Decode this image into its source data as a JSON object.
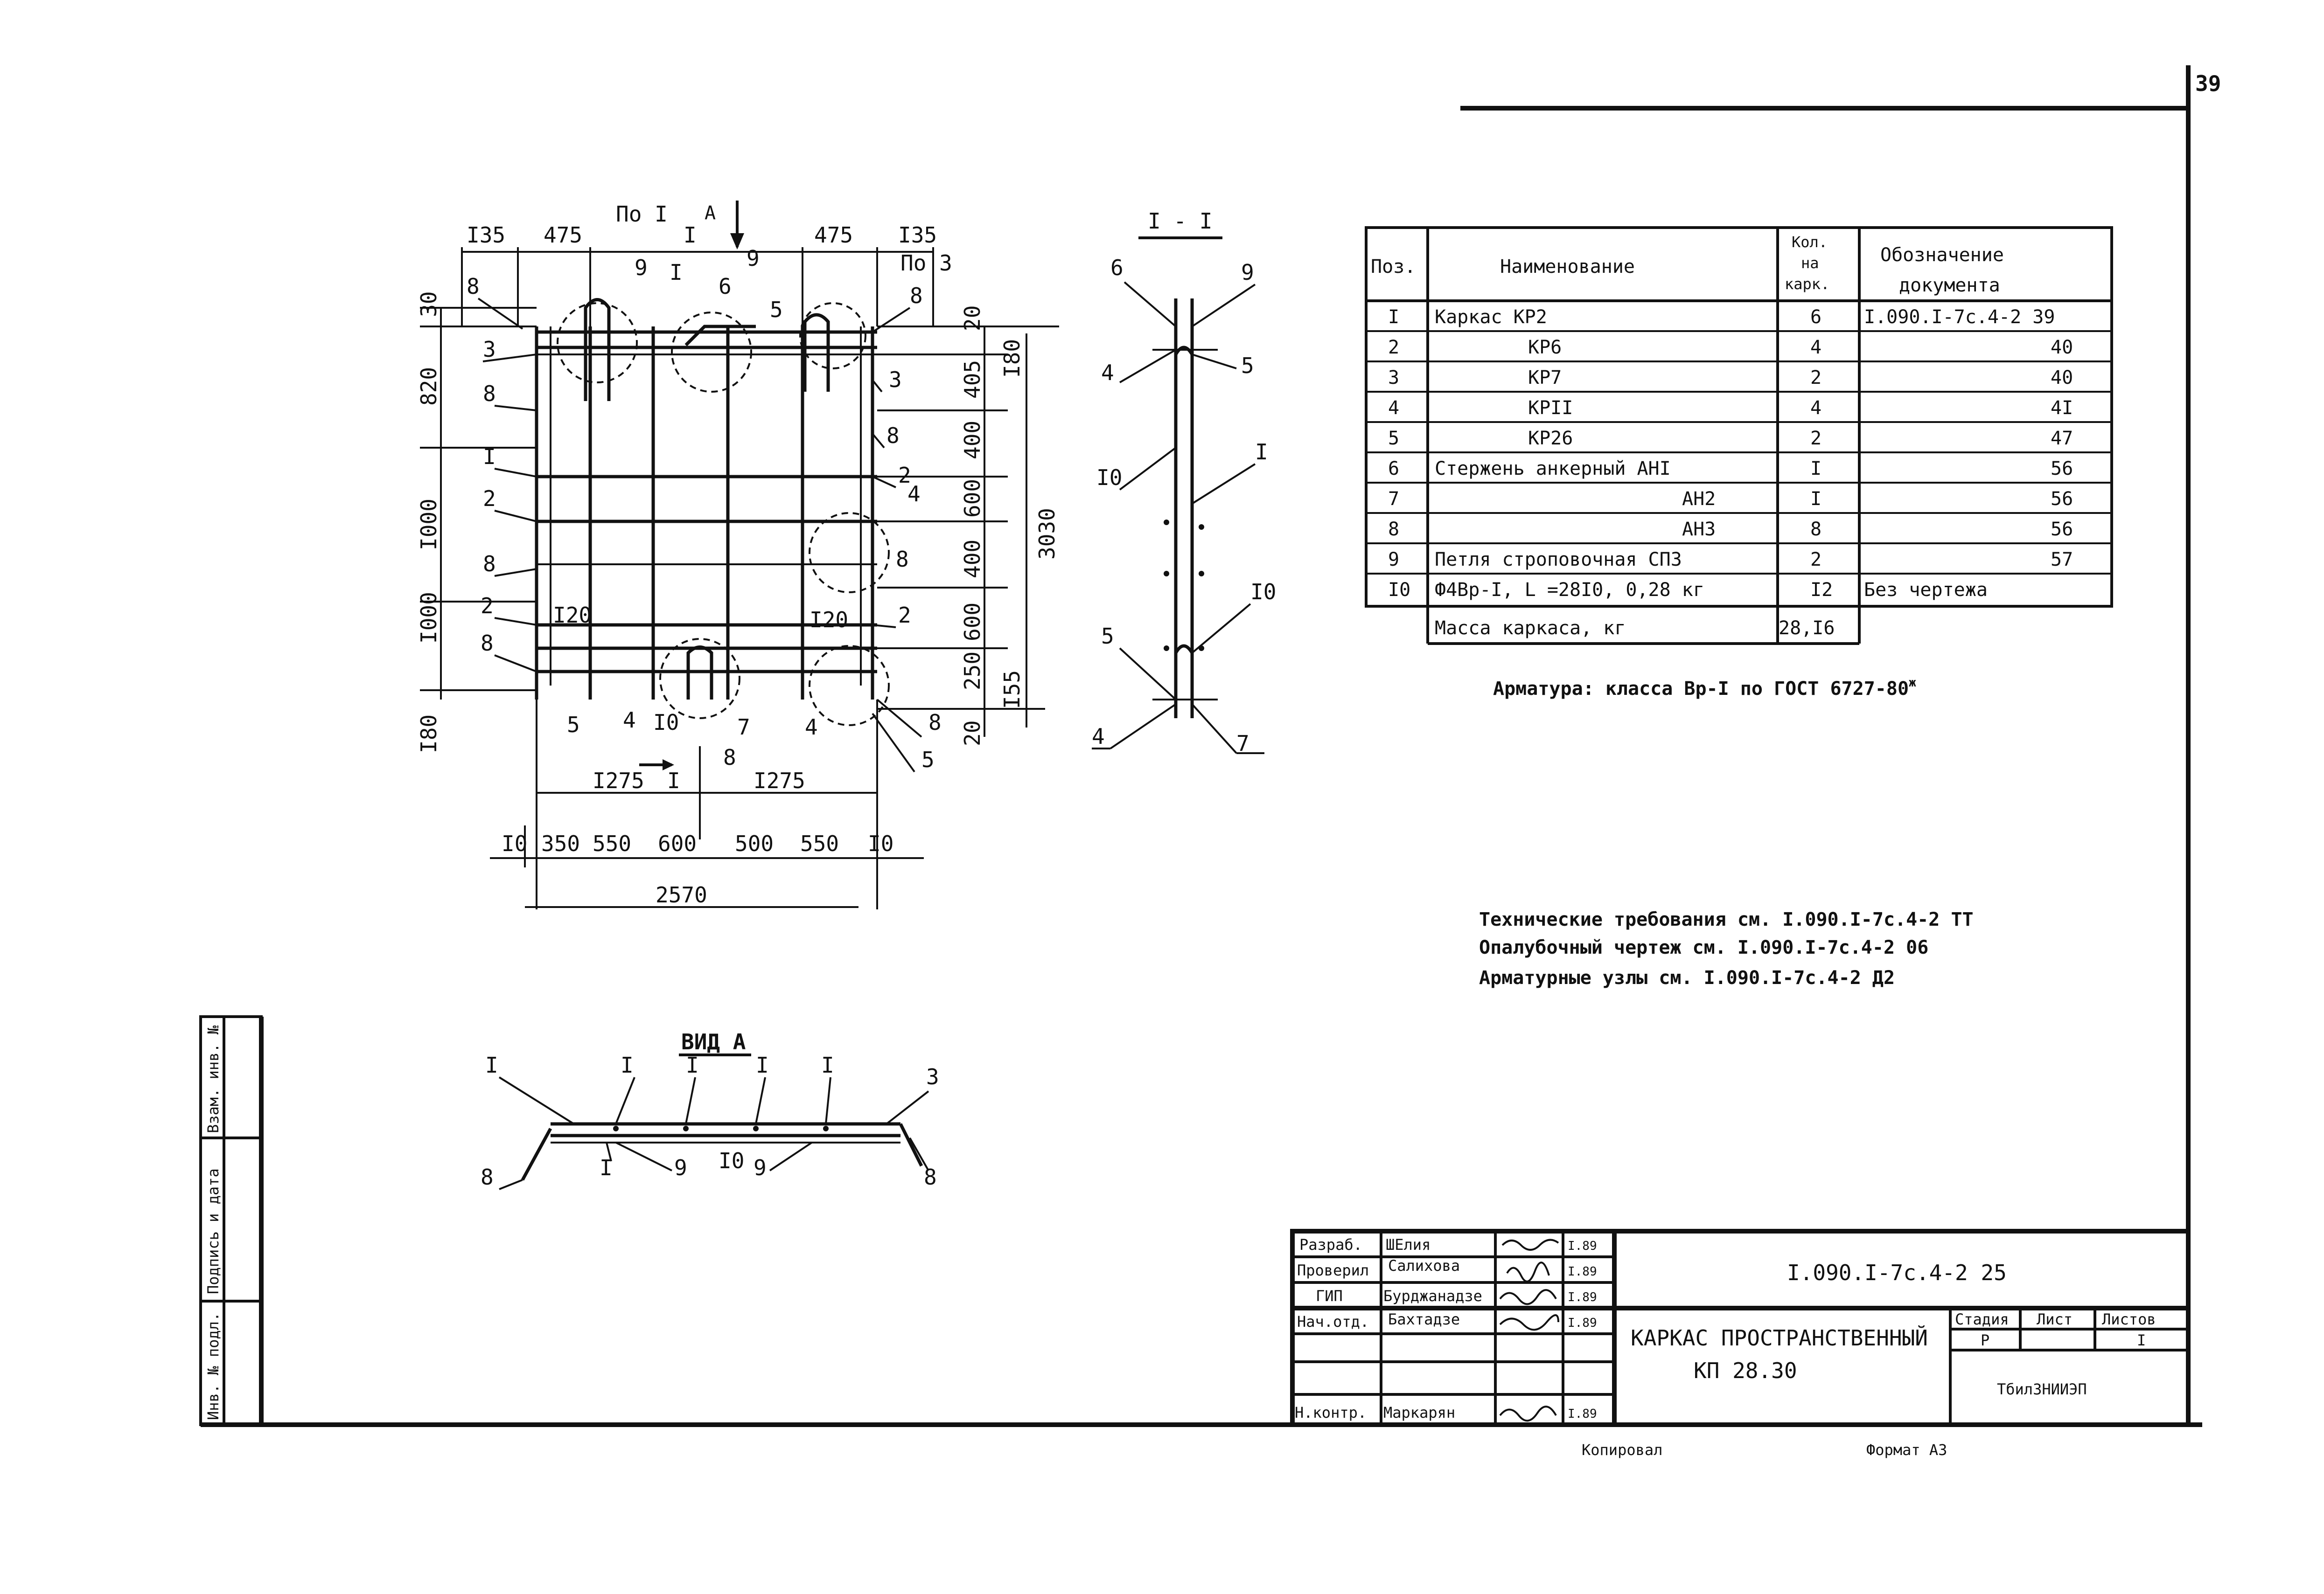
{
  "sheet_number": "39",
  "plan": {
    "top_dims": [
      "I35",
      "475",
      "475",
      "I35"
    ],
    "markers": {
      "po1": "По I",
      "po3": "По 3",
      "a": "А",
      "sec": "I"
    },
    "pos_labels": [
      "8",
      "9",
      "I",
      "6",
      "9",
      "8",
      "5",
      "3",
      "3",
      "8",
      "8",
      "I",
      "2",
      "4",
      "2",
      "8",
      "8",
      "2",
      "2",
      "8",
      "8",
      "5",
      "4",
      "I0",
      "7",
      "8",
      "4",
      "5"
    ],
    "i20_left": "I20",
    "i20_right": "I20",
    "left_dims": [
      "30",
      "820",
      "I000",
      "I000",
      "I80"
    ],
    "right_dims": [
      "20",
      "405",
      "400",
      "600",
      "400",
      "600",
      "250",
      "20"
    ],
    "right_outer": [
      "I80",
      "3030",
      "I55"
    ],
    "bottom_dims_1": [
      "I275",
      "I275"
    ],
    "bottom_dims_2": [
      "I0",
      "350",
      "550",
      "600",
      "500",
      "550",
      "I0"
    ],
    "bottom_total": "2570",
    "cut_label": "I"
  },
  "section": {
    "title": "I - I",
    "labels": [
      "6",
      "9",
      "4",
      "5",
      "I0",
      "I",
      "I0",
      "5",
      "4",
      "7"
    ]
  },
  "view_a": {
    "title": "ВИД А",
    "labels": [
      "I",
      "I",
      "I",
      "I",
      "I",
      "3",
      "8",
      "I",
      "9",
      "I0",
      "9",
      "8"
    ]
  },
  "spec": {
    "headers": [
      "Поз.",
      "Наименование",
      "Кол. на карк.",
      "Обозначение документа"
    ],
    "header_qty_lines": [
      "Кол.",
      "на",
      "карк."
    ],
    "header_doc_lines": [
      "Обозначение",
      "документа"
    ],
    "rows": [
      {
        "pos": "I",
        "name": "Каркас КР2",
        "qty": "6",
        "doc": "I.090.I-7с.4-2 39"
      },
      {
        "pos": "2",
        "name": "КР6",
        "qty": "4",
        "doc": "40"
      },
      {
        "pos": "3",
        "name": "КР7",
        "qty": "2",
        "doc": "40"
      },
      {
        "pos": "4",
        "name": "КРII",
        "qty": "4",
        "doc": "4I"
      },
      {
        "pos": "5",
        "name": "КР26",
        "qty": "2",
        "doc": "47"
      },
      {
        "pos": "6",
        "name": "Стержень анкерный АНI",
        "qty": "I",
        "doc": "56"
      },
      {
        "pos": "7",
        "name": "АН2",
        "qty": "I",
        "doc": "56"
      },
      {
        "pos": "8",
        "name": "АН3",
        "qty": "8",
        "doc": "56"
      },
      {
        "pos": "9",
        "name": "Петля строповочная СП3",
        "qty": "2",
        "doc": "57"
      },
      {
        "pos": "I0",
        "name": "Ф4Вр-I, L =28I0, 0,28 кг",
        "qty": "I2",
        "doc": "Без чертежа"
      }
    ],
    "mass_label": "Масса каркаса, кг",
    "mass_value": "28,I6"
  },
  "notes": {
    "armatura": "Арматура: класса Вр-I по ГОСТ 6727-80",
    "armatura_sup": "ж",
    "lines": [
      "Технические требования см. I.090.I-7с.4-2 ТТ",
      "Опалубочный чертеж см. I.090.I-7с.4-2 06",
      "Арматурные узлы см. I.090.I-7с.4-2 Д2"
    ]
  },
  "side_stamp": [
    "Инв. № подл.",
    "Подпись и дата",
    "Взам. инв. №"
  ],
  "title_block": {
    "roles": [
      "Разраб.",
      "Проверил",
      "ГИП",
      "Нач.отд.",
      "",
      "",
      "Н.контр."
    ],
    "names": [
      "ШЕлия",
      "Салихова",
      "Бурджанадзе",
      "Бахтадзе",
      "",
      "",
      "Маркарян"
    ],
    "dates": [
      "I.89",
      "I.89",
      "I.89",
      "I.89",
      "",
      "",
      "I.89"
    ],
    "code": "I.090.I-7с.4-2 25",
    "title_line1": "КАРКАС ПРОСТРАНСТВЕННЫЙ",
    "title_line2": "КП 28.30",
    "stage_header": "Стадия",
    "sheet_header": "Лист",
    "sheets_header": "Листов",
    "stage_value": "Р",
    "sheet_value": "",
    "sheets_value": "I",
    "org": "ТбилЗНИИЭП"
  },
  "footer": {
    "copied": "Копировал",
    "format": "Формат А3"
  }
}
